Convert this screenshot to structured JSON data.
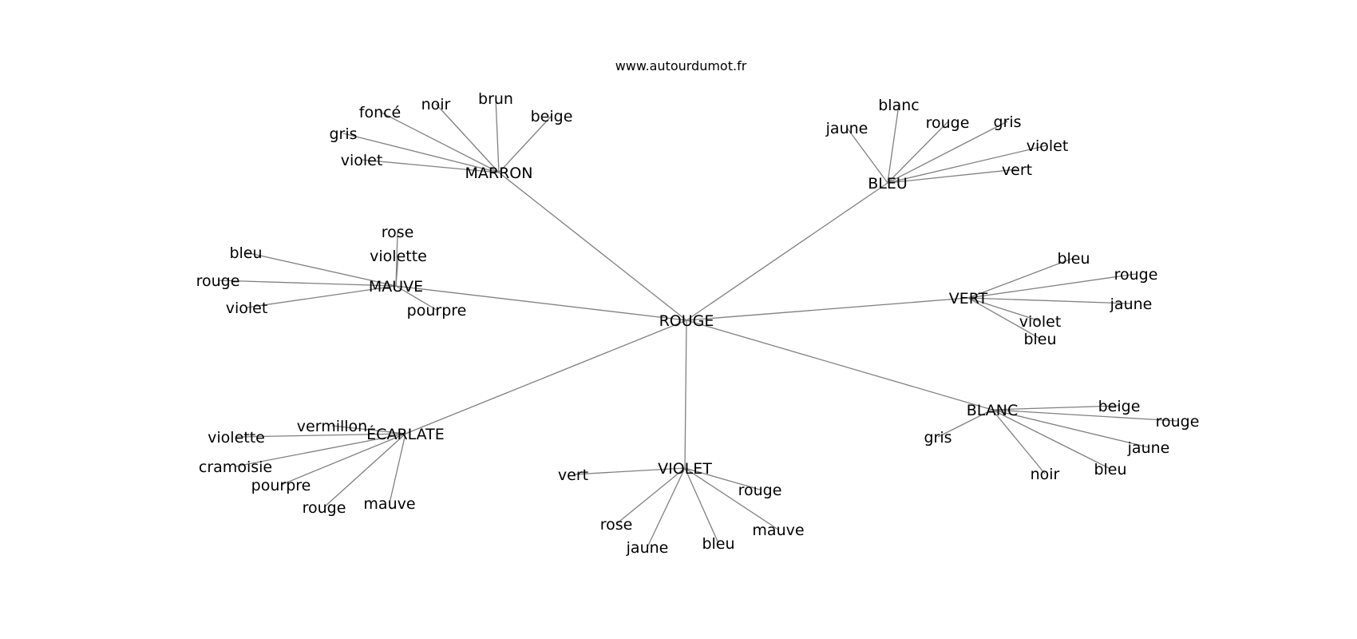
{
  "site": "www.autourdumot.fr",
  "edge_color": "#808080",
  "text_color": "#000000",
  "center": "ROUGE",
  "groups": [
    {
      "hub": "MARRON",
      "words": [
        "noir",
        "brun",
        "foncé",
        "beige",
        "gris",
        "violet"
      ]
    },
    {
      "hub": "BLEU",
      "words": [
        "blanc",
        "rouge",
        "gris",
        "jaune",
        "violet",
        "vert"
      ]
    },
    {
      "hub": "MAUVE",
      "words": [
        "rose",
        "violette",
        "bleu",
        "rouge",
        "violet",
        "pourpre"
      ]
    },
    {
      "hub": "VERT",
      "words": [
        "bleu",
        "rouge",
        "jaune",
        "violet",
        "bleu"
      ]
    },
    {
      "hub": "ÉCARLATE",
      "words": [
        "vermillon",
        "violette",
        "cramoisie",
        "pourpre",
        "rouge",
        "mauve"
      ]
    },
    {
      "hub": "VIOLET",
      "words": [
        "vert",
        "rouge",
        "mauve",
        "rose",
        "jaune",
        "bleu"
      ]
    },
    {
      "hub": "BLANC",
      "words": [
        "beige",
        "rouge",
        "jaune",
        "gris",
        "noir",
        "bleu"
      ]
    }
  ]
}
